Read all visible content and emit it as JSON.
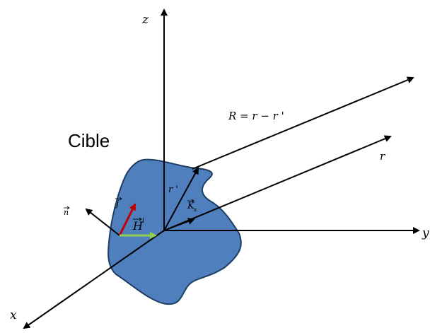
{
  "diagram": {
    "title": "Cible",
    "axes": {
      "x": "x",
      "y": "y",
      "z": "z"
    },
    "vectors": {
      "R_label": "R = r − r '",
      "r_label": "r",
      "r_prime_label": "r '",
      "n_label": "n",
      "j_label": "j",
      "H_label": "H",
      "H_sup": "i",
      "K_label": "K",
      "K_sub": "s"
    },
    "colors": {
      "target_fill": "#4f7fbd",
      "target_stroke": "#1d3d63",
      "axis": "#000000",
      "j_vector": "#c00000",
      "H_vector": "#92d050"
    }
  }
}
